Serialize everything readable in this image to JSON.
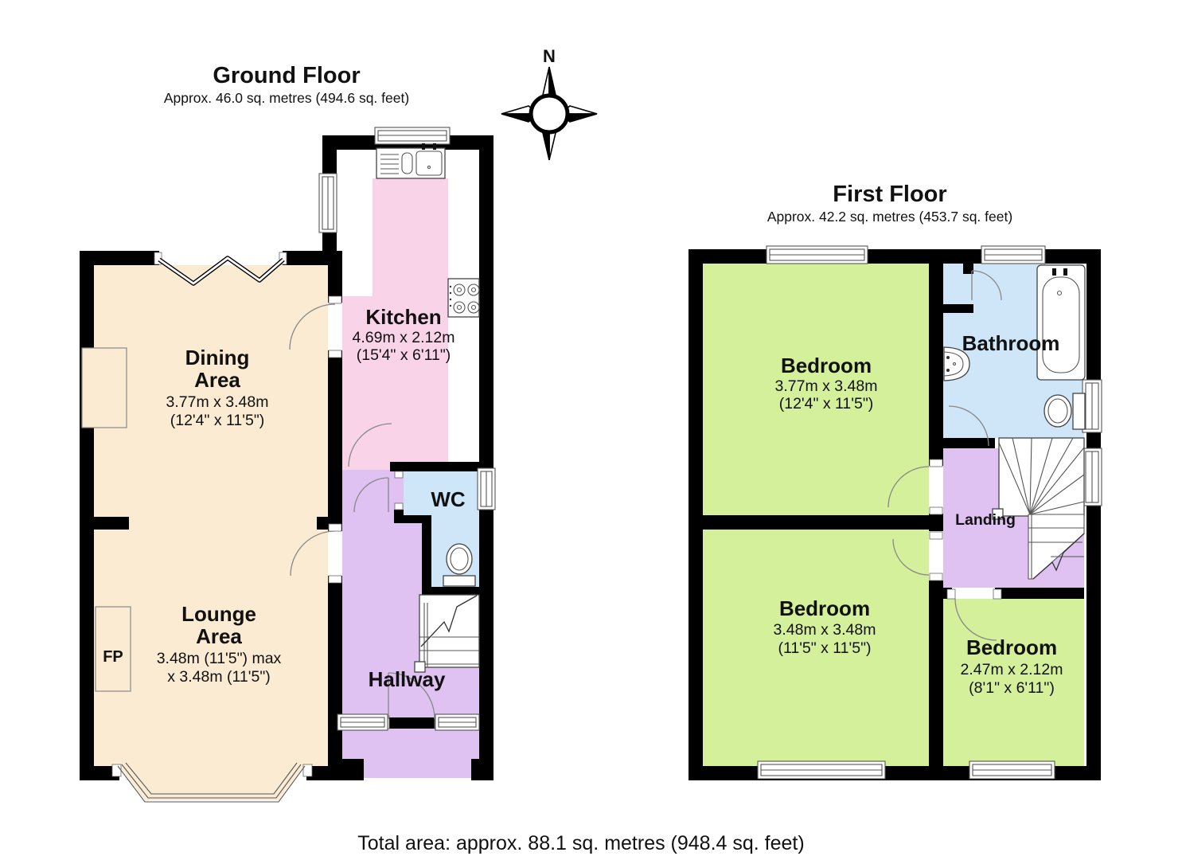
{
  "colors": {
    "living": "#FAEBD2",
    "kitchen": "#F9D4E9",
    "hall": "#DFC1F2",
    "wet": "#CEE6F7",
    "bedroom": "#D5F09B",
    "wall": "#000000"
  },
  "compass": {
    "north": "N"
  },
  "ground_floor": {
    "title": "Ground Floor",
    "subtitle": "Approx. 46.0 sq. metres (494.6 sq. feet)",
    "rooms": {
      "dining": {
        "name1": "Dining",
        "name2": "Area",
        "dims_m": "3.77m x 3.48m",
        "dims_i": "(12'4\" x 11'5\")"
      },
      "lounge": {
        "name1": "Lounge",
        "name2": "Area",
        "dims_m": "3.48m (11'5\") max",
        "dims_i": "x 3.48m (11'5\")"
      },
      "kitchen": {
        "name": "Kitchen",
        "dims_m": "4.69m x 2.12m",
        "dims_i": "(15'4\" x 6'11\")"
      },
      "wc": {
        "name": "WC"
      },
      "hallway": {
        "name": "Hallway"
      },
      "fireplace": {
        "label": "FP"
      }
    }
  },
  "first_floor": {
    "title": "First Floor",
    "subtitle": "Approx. 42.2 sq. metres (453.7 sq. feet)",
    "rooms": {
      "bedroom1": {
        "name": "Bedroom",
        "dims_m": "3.77m x 3.48m",
        "dims_i": "(12'4\" x 11'5\")"
      },
      "bedroom2": {
        "name": "Bedroom",
        "dims_m": "3.48m x 3.48m",
        "dims_i": "(11'5\" x 11'5\")"
      },
      "bedroom3": {
        "name": "Bedroom",
        "dims_m": "2.47m x 2.12m",
        "dims_i": "(8'1\" x 6'11\")"
      },
      "bathroom": {
        "name": "Bathroom"
      },
      "landing": {
        "name": "Landing"
      }
    }
  },
  "footer": {
    "total_area": "Total area: approx. 88.1 sq. metres (948.4 sq. feet)"
  }
}
